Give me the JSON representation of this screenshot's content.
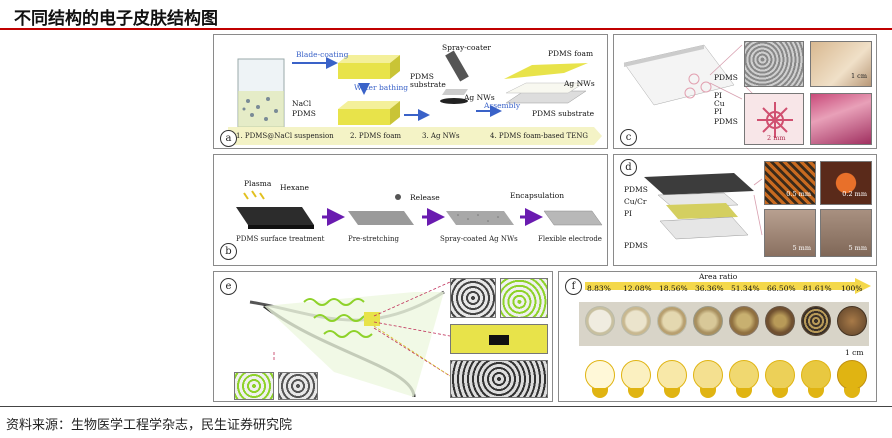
{
  "title": "不同结构的电子皮肤结构图",
  "source": "资料来源：生物医学工程学杂志，民生证券研究院",
  "panels": {
    "a": {
      "label": "a",
      "texts": [
        "Blade-coating",
        "Water bathing",
        "Spray-coater",
        "PDMS foam",
        "Ag NWs",
        "PDMS substrate",
        "PDMS substrate",
        "Ag NWs",
        "NaCl",
        "PDMS",
        "Assembly"
      ],
      "steps": [
        "1. PDMS@NaCl suspension",
        "2. PDMS foam",
        "3. Ag NWs",
        "4. PDMS foam-based TENG"
      ]
    },
    "b": {
      "label": "b",
      "texts": [
        "Plasma",
        "Hexane",
        "Release",
        "Encapsulation"
      ],
      "steps": [
        "PDMS surface treatment",
        "Pre-stretching",
        "Spray-coated Ag NWs",
        "Flexible electrode"
      ]
    },
    "c": {
      "label": "c",
      "texts": [
        "PDMS",
        "PI",
        "Cu",
        "PI",
        "PDMS"
      ],
      "scales": [
        "1 cm",
        "2 mm"
      ]
    },
    "d": {
      "label": "d",
      "texts": [
        "PDMS",
        "Cu/Cr",
        "PI",
        "PDMS"
      ],
      "scales": [
        "0.5 mm",
        "0.2 mm",
        "5 mm",
        "5 mm"
      ]
    },
    "e": {
      "label": "e"
    },
    "f": {
      "label": "f",
      "title": "Area ratio",
      "ratios": [
        "8.83%",
        "12.08%",
        "18.56%",
        "36.36%",
        "51.34%",
        "66.50%",
        "81.61%",
        "100%"
      ],
      "scale": "1 cm"
    }
  },
  "colors": {
    "accent": "#c00000",
    "yellow": "#e8e34a",
    "lime": "#9ee22a",
    "arrow_purple": "#6a1bb0",
    "arrow_blue": "#3a62c8",
    "gold": "#e0b412"
  }
}
